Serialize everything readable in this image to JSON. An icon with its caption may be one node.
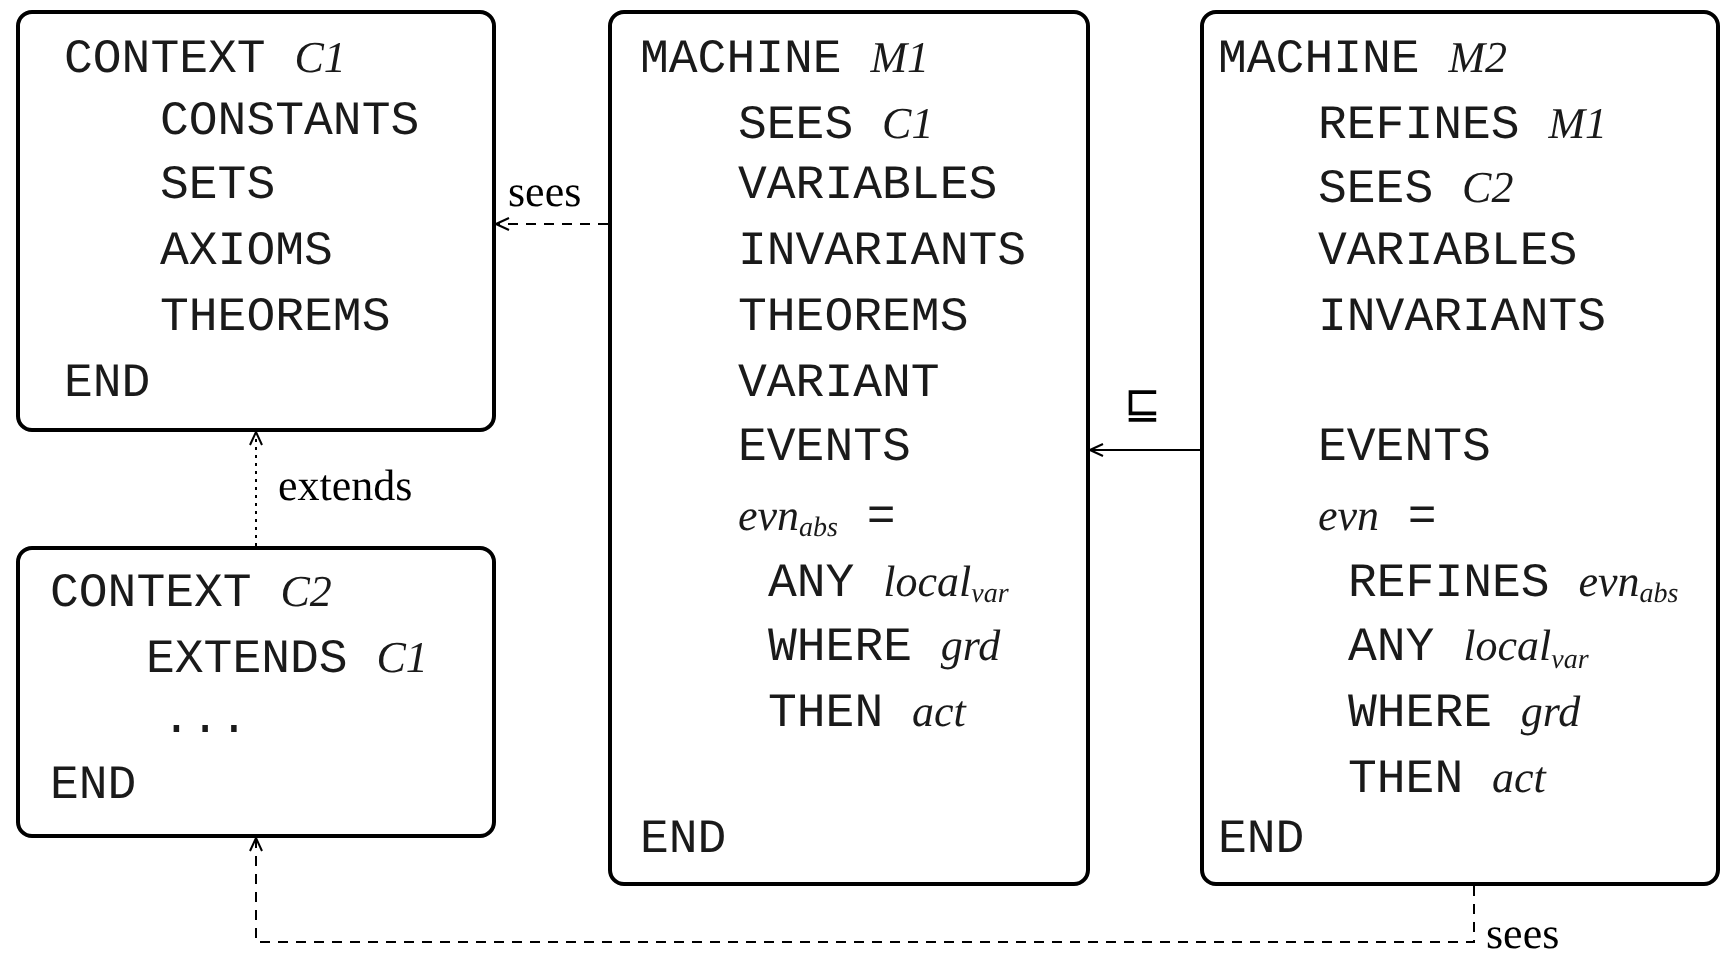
{
  "diagram": {
    "nodes": [
      {
        "text": [
          "CONTEXT *C1*",
          "CONSTANTS",
          "SETS",
          "AXIOMS",
          "THEOREMS",
          "END"
        ]
      },
      {
        "text": [
          "CONTEXT *C2*",
          "EXTENDS *C1*",
          "...",
          "END"
        ]
      },
      {
        "text": [
          "MACHINE *M1*",
          "SEES *C1*",
          "VARIABLES",
          "INVARIANTS",
          "THEOREMS",
          "VARIANT",
          "EVENTS",
          "*evn*$_{abs}$ =",
          "ANY *local*$_{var}$",
          "WHERE *grd*",
          "THEN *act*",
          "END"
        ]
      },
      {
        "text": [
          "MACHINE *M2*",
          "REFINES *M1*",
          "SEES *C2*",
          "VARIABLES",
          "INVARIANTS",
          "EVENTS",
          "*evn* =",
          "REFINES *evn*$_{abs}$",
          "ANY *local*$_{var}$",
          "WHERE *grd*",
          "THEN *act*",
          "END"
        ]
      }
    ],
    "edges": [
      {
        "from": 2,
        "to": 0,
        "arrow": "to",
        "label": "sees",
        "style": "dashed"
      },
      {
        "from": 1,
        "to": 0,
        "arrow": "to",
        "label": "extends",
        "style": "dashed"
      },
      {
        "from": 3,
        "to": 2,
        "arrow": "to",
        "label": "⊑"
      },
      {
        "from": 3,
        "to": 1,
        "arrow": "to",
        "label": "sees",
        "style": "dashed"
      }
    ]
  }
}
